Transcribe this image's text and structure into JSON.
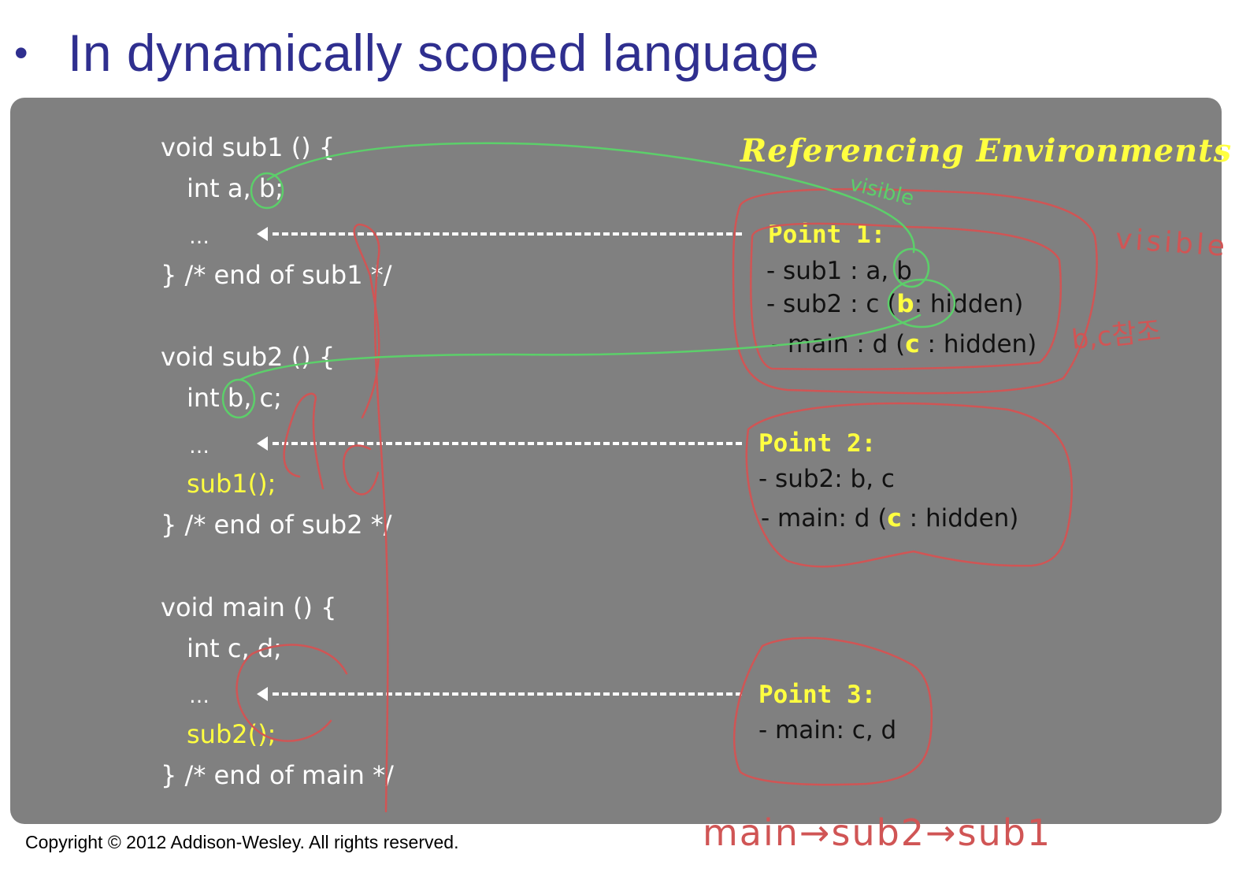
{
  "slide": {
    "bullet": "•",
    "title": "In dynamically scoped language",
    "copyright": "Copyright © 2012 Addison-Wesley. All rights reserved."
  },
  "code": {
    "sub1_header": "void sub1 () {",
    "sub1_decl": "int a, b;",
    "sub1_dots": "…",
    "sub1_end": "} /* end of sub1 */",
    "sub2_header": "void sub2 () {",
    "sub2_decl": "int b, c;",
    "sub2_dots": "…",
    "sub2_call": "sub1();",
    "sub2_end": "} /* end of sub2 */",
    "main_header": "void main () {",
    "main_decl": "int c, d;",
    "main_dots": "…",
    "main_call": "sub2();",
    "main_end": "} /* end of main */"
  },
  "environments": {
    "title": "Referencing Environments",
    "point1": {
      "label": "Point 1:",
      "line1": "- sub1 : a, b",
      "line2_pre": "- sub2 : c (",
      "line2_hl": "b",
      "line2_post": ": hidden)",
      "line3_pre": "- main : d (",
      "line3_hl": "c",
      "line3_post": " : hidden)"
    },
    "point2": {
      "label": "Point 2:",
      "line1": "- sub2: b, c",
      "line2_pre": "- main: d (",
      "line2_hl": "c",
      "line2_post": " : hidden)"
    },
    "point3": {
      "label": "Point 3:",
      "line1": "- main: c, d"
    }
  },
  "annotations": {
    "visible_green": "visible",
    "visible_red": "visible",
    "bc_ref": "b,c참조",
    "call_chain": "main→sub2→sub1"
  },
  "colors": {
    "title": "#2f2f8f",
    "panel": "#808080",
    "highlight": "#ffff40",
    "ink_red": "#d05555",
    "ink_green": "#5ccf6a"
  }
}
